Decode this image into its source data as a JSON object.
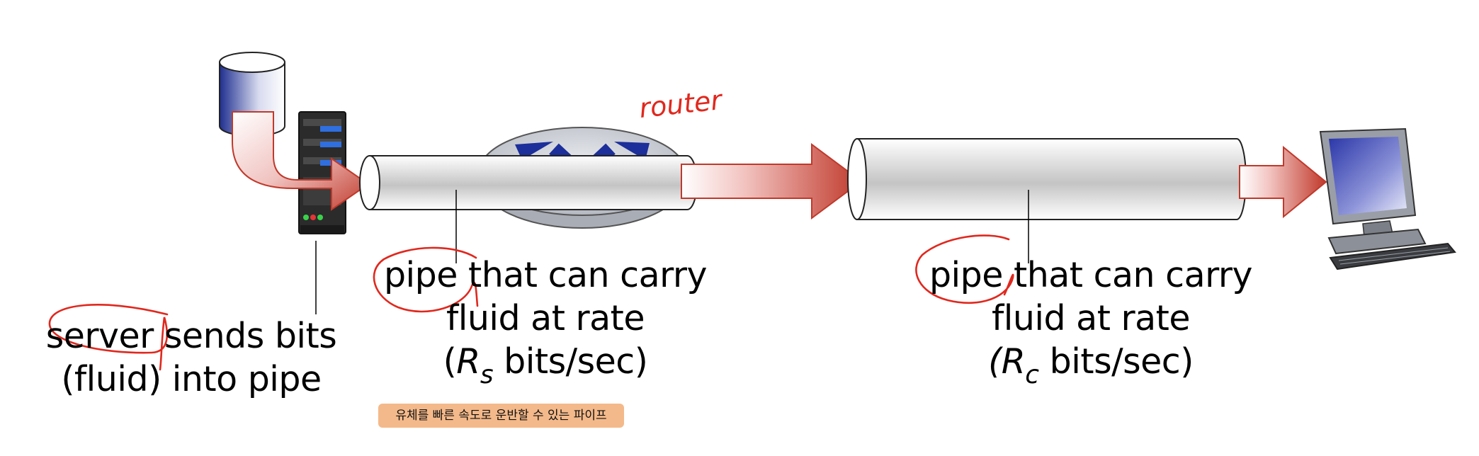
{
  "labels": {
    "router": "router",
    "server": {
      "line1": "server sends bits",
      "line2": "(fluid) into pipe"
    },
    "pipe_left": {
      "line1": "pipe that can carry",
      "line2": "fluid at rate",
      "rate_open": "(",
      "rate_symbol": "R",
      "rate_sub": "s",
      "rate_unit": " bits/sec)"
    },
    "pipe_right": {
      "line1": "pipe that can carry",
      "line2": "fluid at rate",
      "rate_open": "(",
      "rate_symbol": "R",
      "rate_sub": "c",
      "rate_unit": " bits/sec)"
    }
  },
  "note": "유체를 빠른 속도로 운반할 수 있는 파이프",
  "colors": {
    "arrow": "#c0392b",
    "annotation": "#e0281e",
    "note_bg": "#f4b98a",
    "router_body": "#c9ccd3",
    "router_icon": "#1c2f9a",
    "server_body": "#2a2a2a",
    "monitor_screen": "#3540b0"
  }
}
